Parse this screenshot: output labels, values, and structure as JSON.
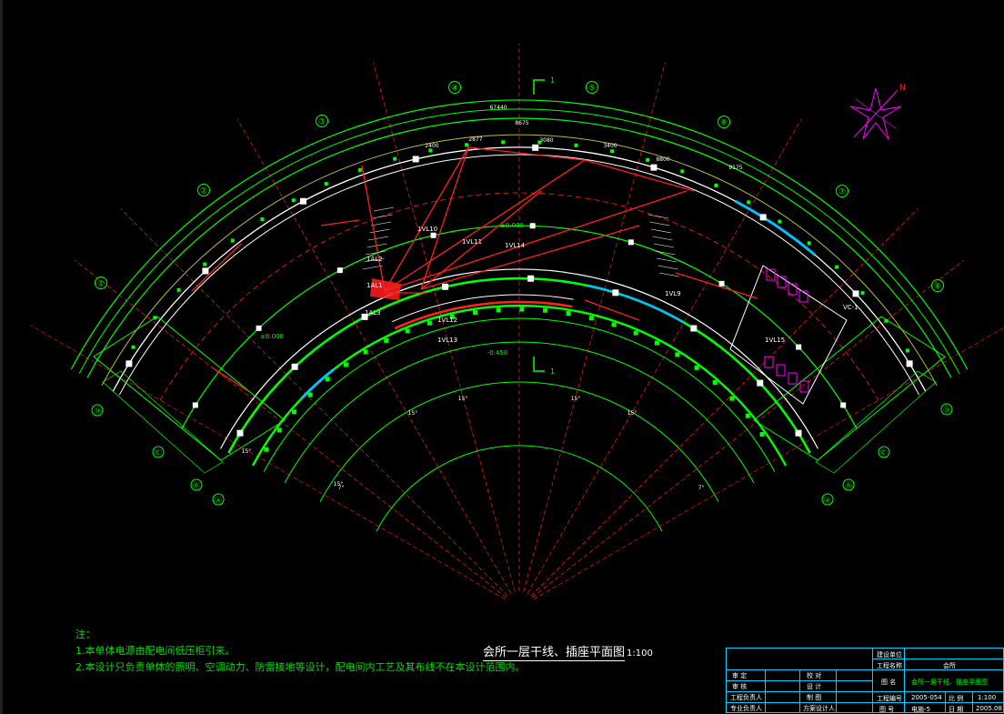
{
  "drawing": {
    "title": "会所一层干线、插座平面图",
    "scale": "1:100"
  },
  "notes": {
    "heading": "注：",
    "items": [
      "1.本单体电源由配电间低压柜引来。",
      "2.本设计只负责单体的照明、空调动力、防雷接地等设计，配电间内工艺及其布线不在本设计范围内。"
    ]
  },
  "axis_bubbles": {
    "radial": [
      "①",
      "②",
      "③",
      "④",
      "⑤",
      "⑥",
      "⑦",
      "⑧"
    ],
    "left_ring": [
      "Ⓓ",
      "Ⓒ",
      "Ⓑ",
      "Ⓐ"
    ],
    "right_ring": [
      "Ⓓ",
      "Ⓒ",
      "Ⓑ",
      "Ⓐ"
    ],
    "section_mark": "1"
  },
  "labels": {
    "circuits": [
      "1VL10",
      "1VL11",
      "1VL14",
      "1VL9",
      "1VL15",
      "1VL12",
      "1VL13",
      "1AL1",
      "1AL2",
      "1AL3",
      "VC-1"
    ],
    "dims_top": [
      "67440",
      "8675",
      "2400",
      "2877",
      "3080",
      "3400",
      "8800",
      "9175"
    ],
    "angles": [
      "15°",
      "15°",
      "15°",
      "15°",
      "15°",
      "15°",
      "7°",
      "7°"
    ],
    "elevations": [
      "±0.000",
      "±0.000",
      "-0.450"
    ]
  },
  "title_block": {
    "r1": [
      "建设单位",
      ""
    ],
    "r2": [
      "工程名称",
      "会所"
    ],
    "sign_left": [
      "审 定",
      "审 核",
      "工程负责人",
      "专业负责人"
    ],
    "sign_mid": [
      "校 对",
      "设 计",
      "制 图",
      "方案设计人"
    ],
    "name_label": "图 名",
    "name_value": "会所一层干线、插座平面图",
    "info": [
      {
        "k": "工程编号",
        "v": "2005-054",
        "k2": "比 例",
        "v2": "1:100"
      },
      {
        "k": "图 号",
        "v": "电施-5",
        "k2": "日 期",
        "v2": "2005.08"
      }
    ]
  },
  "colors": {
    "background": "#000000",
    "wall": "#00ff00",
    "circuit": "#ff2020",
    "accent": "#ff00ff",
    "glazing": "#00c0ff",
    "text": "#ffffff"
  }
}
